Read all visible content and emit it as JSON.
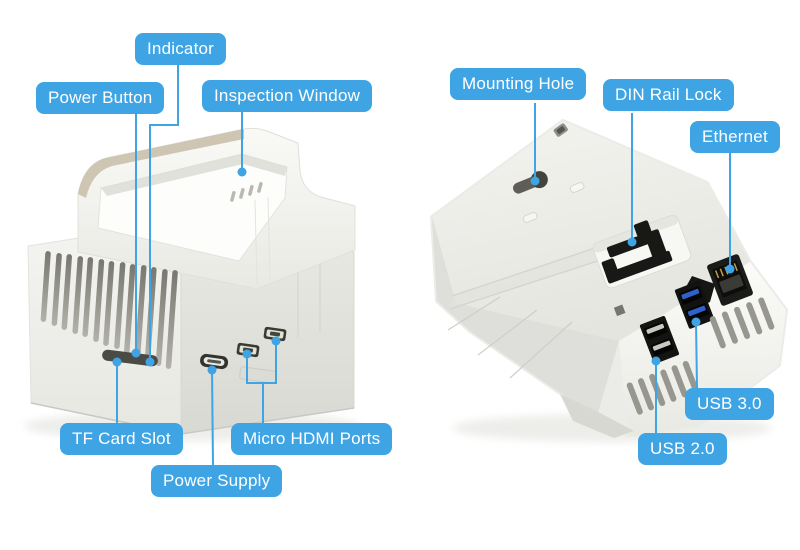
{
  "figure": {
    "accent_color": "#3fa4e4",
    "background_color": "#ffffff",
    "left_device_callouts": {
      "indicator": "Indicator",
      "power_button": "Power Button",
      "inspection_window": "Inspection Window",
      "tf_card_slot": "TF Card Slot",
      "micro_hdmi_ports": "Micro HDMI Ports",
      "power_supply": "Power Supply"
    },
    "right_device_callouts": {
      "mounting_hole": "Mounting Hole",
      "din_rail_lock": "DIN Rail Lock",
      "ethernet": "Ethernet",
      "usb_3_0": "USB 3.0",
      "usb_2_0": "USB 2.0"
    }
  }
}
